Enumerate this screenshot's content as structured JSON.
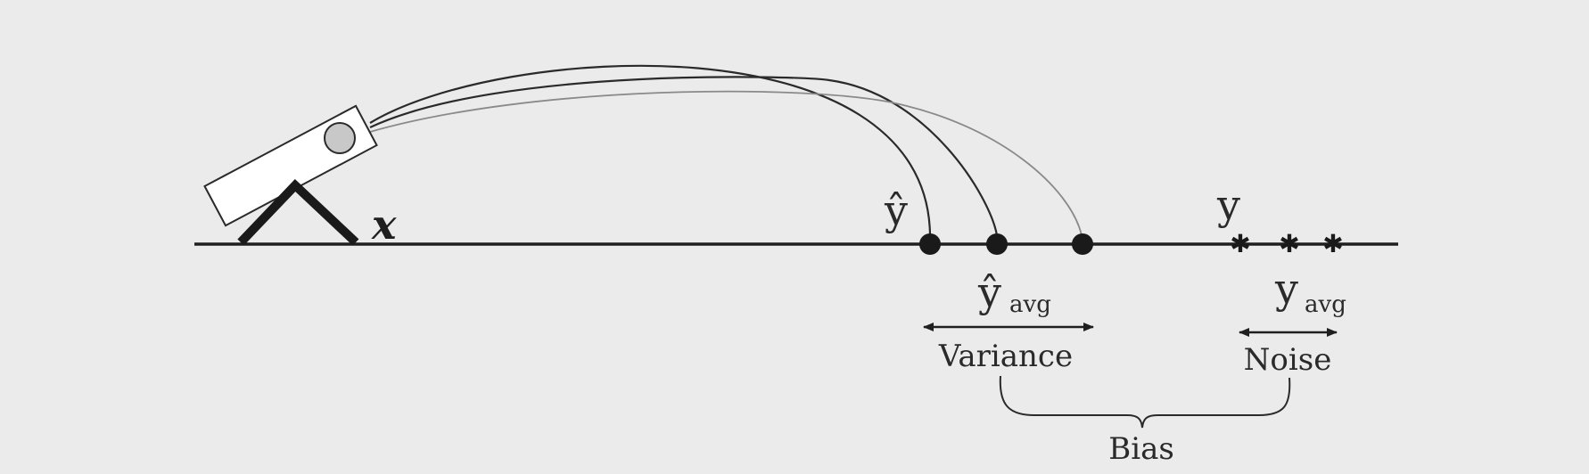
{
  "diagram": {
    "colors": {
      "background": "#ebebeb",
      "ink": "#1f1f1f",
      "ball_fill": "#c8c8c8",
      "light_trajectory": "#8a8a8a"
    },
    "labels": {
      "input": "x",
      "prediction": "ŷ",
      "prediction_avg_base": "ŷ",
      "avg_subscript": "avg",
      "target": "y",
      "target_avg_base": "y",
      "variance": "Variance",
      "noise": "Noise",
      "bias": "Bias"
    },
    "predictions_count": 3,
    "targets_count": 3,
    "icons": [
      "cannon-icon",
      "cannon-stand-icon",
      "ball-icon",
      "star-marker-icon"
    ]
  }
}
